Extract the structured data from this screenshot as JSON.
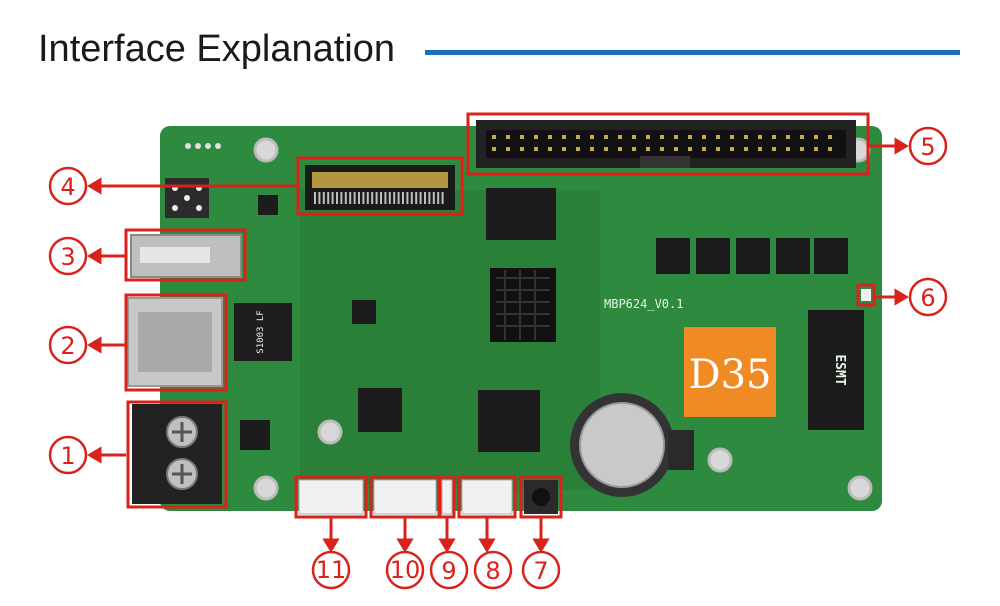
{
  "header": {
    "title": "Interface Explanation"
  },
  "board": {
    "model_silkscreen": "MBP624_V0.1",
    "logo_label": "D35",
    "chip_marking": "ESMT",
    "hub_marking": "S1003 LF",
    "colors": {
      "pcb": "#2e8a3e",
      "pcb_dark": "#1f6b2c",
      "logo_bg": "#f08a24",
      "callout": "#d9221c",
      "rule": "#1b6fbf"
    }
  },
  "callouts": [
    {
      "number": "1",
      "glyph": "①"
    },
    {
      "number": "2",
      "glyph": "②"
    },
    {
      "number": "3",
      "glyph": "③"
    },
    {
      "number": "4",
      "glyph": "④"
    },
    {
      "number": "5",
      "glyph": "⑤"
    },
    {
      "number": "6",
      "glyph": "⑥"
    },
    {
      "number": "7",
      "glyph": "⑦"
    },
    {
      "number": "8",
      "glyph": "⑧"
    },
    {
      "number": "9",
      "glyph": "⑨"
    },
    {
      "number": "10",
      "glyph": "⑩"
    },
    {
      "number": "11",
      "glyph": "⑪"
    }
  ]
}
